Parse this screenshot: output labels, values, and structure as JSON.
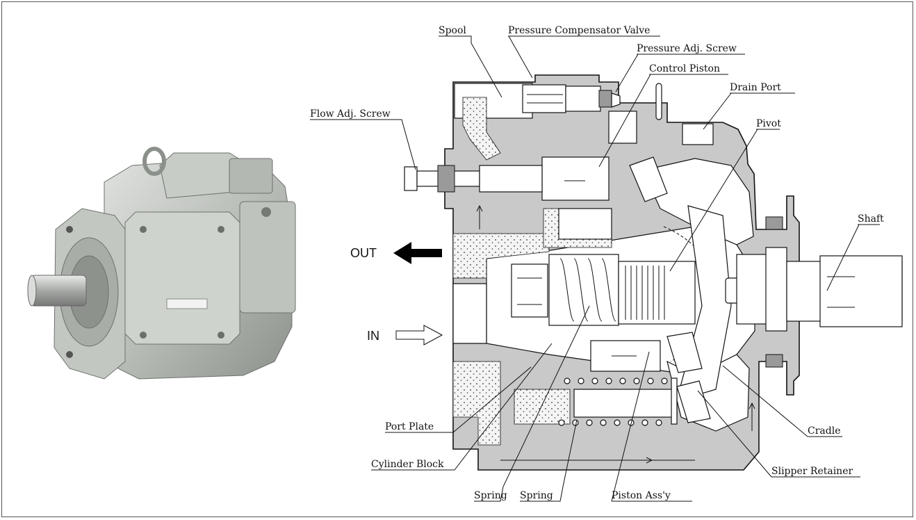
{
  "labels": {
    "spool": "Spool",
    "pressure_compensator_valve": "Pressure Compensator Valve",
    "pressure_adj_screw": "Pressure Adj. Screw",
    "control_piston": "Control Piston",
    "drain_port": "Drain Port",
    "flow_adj_screw": "Flow Adj. Screw",
    "pivot": "Pivot",
    "shaft": "Shaft",
    "out": "OUT",
    "in": "IN",
    "port_plate": "Port Plate",
    "cylinder_block": "Cylinder Block",
    "spring_1": "Spring",
    "spring_2": "Spring",
    "piston_assy": "Piston Ass'y",
    "slipper_retainer": "Slipper Retainer",
    "cradle": "Cradle"
  },
  "colors": {
    "casing": "#c9c9c9",
    "photo_body": "#b8bdb8",
    "line": "#111111"
  }
}
